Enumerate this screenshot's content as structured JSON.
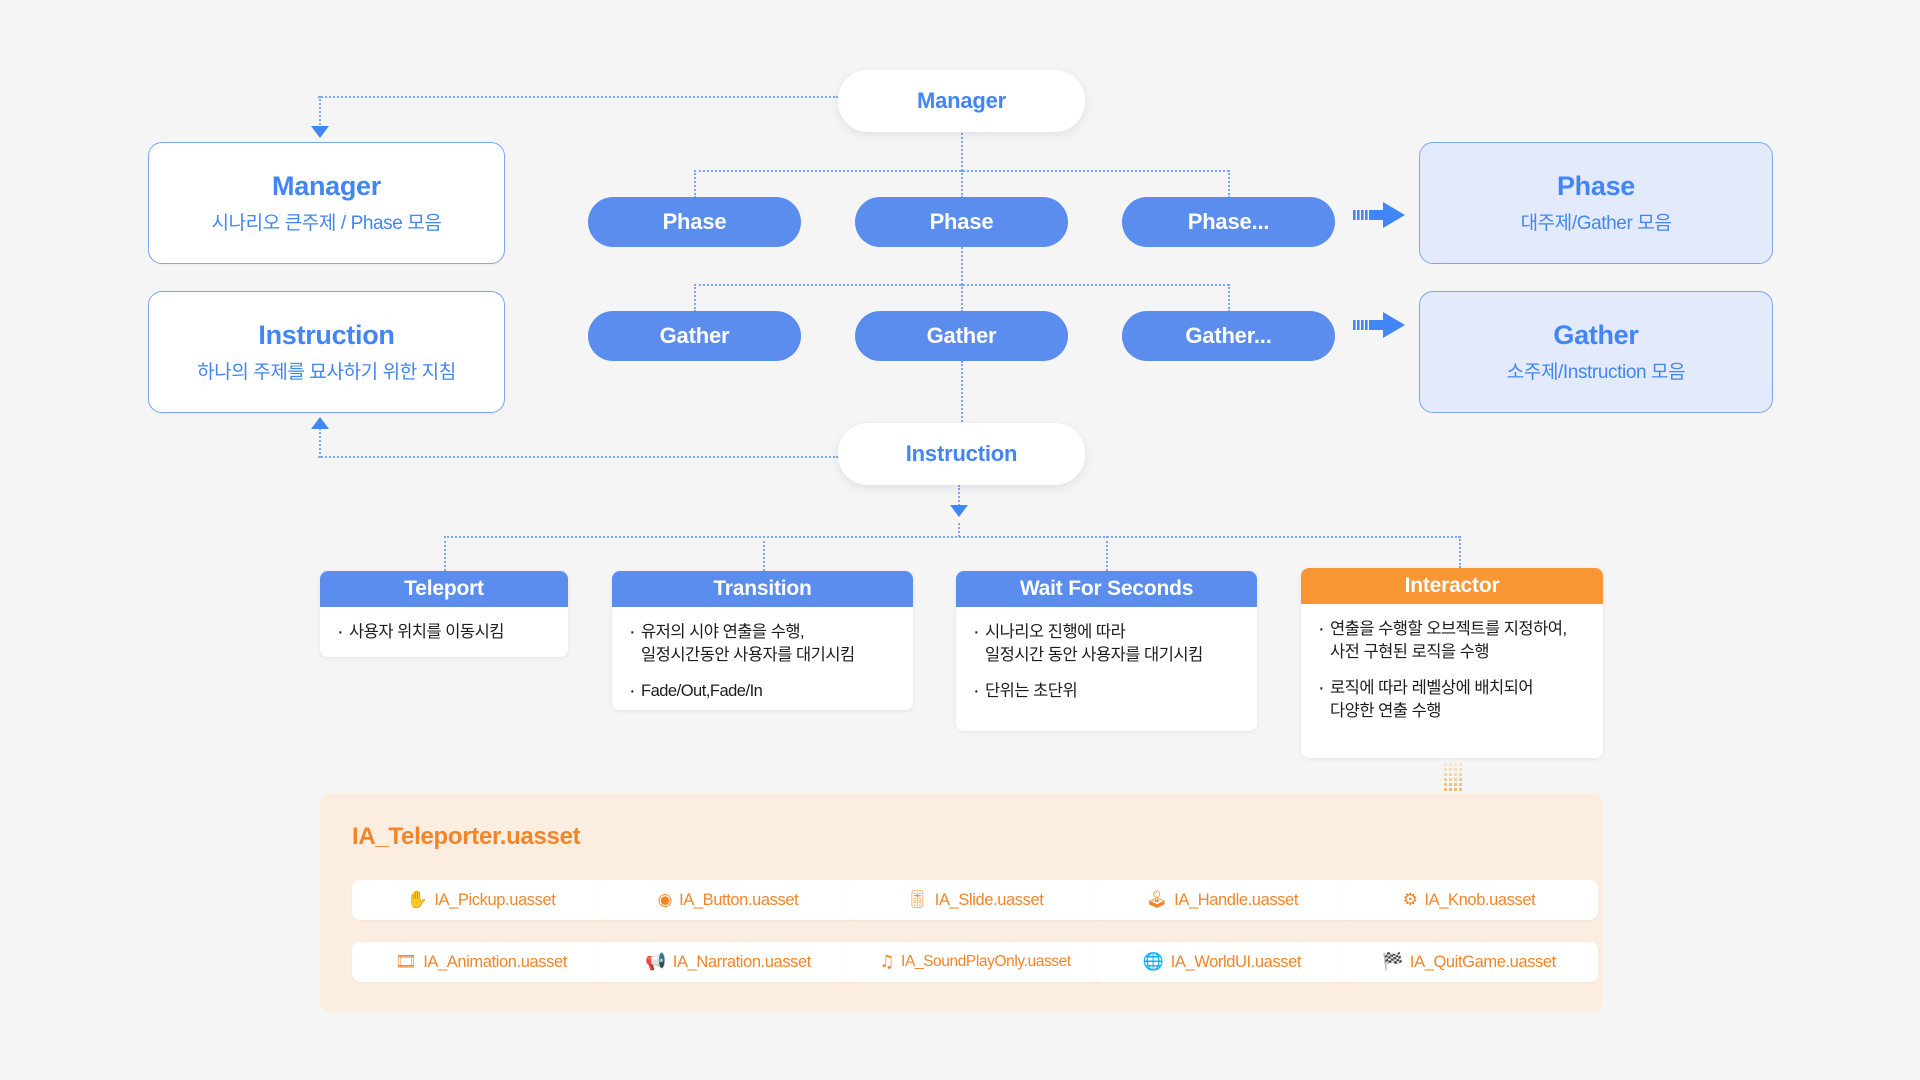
{
  "page": {
    "background": "#f5f5f5",
    "accent_blue": "#4285f4",
    "pill_blue": "#5b8def",
    "accent_orange": "#f2852a",
    "header_orange": "#f79633",
    "panel_bg": "#fbeee0",
    "filled_box_bg": "#e3eafc"
  },
  "legend_boxes": [
    {
      "title": "Manager",
      "subtitle": "시나리오 큰주제 / Phase 모음"
    },
    {
      "title": "Instruction",
      "subtitle": "하나의 주제를 묘사하기 위한 지침"
    }
  ],
  "definition_boxes": [
    {
      "title": "Phase",
      "subtitle": "대주제/Gather 모음"
    },
    {
      "title": "Gather",
      "subtitle": "소주제/Instruction 모음"
    }
  ],
  "nodes": {
    "manager": "Manager",
    "instruction": "Instruction"
  },
  "phase_row": [
    "Phase",
    "Phase",
    "Phase..."
  ],
  "gather_row": [
    "Gather",
    "Gather",
    "Gather..."
  ],
  "action_cards": [
    {
      "title": "Teleport",
      "header_color": "blue",
      "bullets": [
        "사용자 위치를 이동시킴"
      ]
    },
    {
      "title": "Transition",
      "header_color": "blue",
      "bullets": [
        "유저의 시야 연출을 수행,\n일정시간동안 사용자를 대기시킴",
        "Fade/Out,Fade/In"
      ]
    },
    {
      "title": "Wait For Seconds",
      "header_color": "blue",
      "bullets": [
        "시나리오 진행에 따라\n일정시간 동안 사용자를 대기시킴",
        "단위는 초단위"
      ]
    },
    {
      "title": "Interactor",
      "header_color": "orange",
      "bullets": [
        "연출을 수행할 오브젝트를  지정하여,\n사전 구현된 로직을 수행",
        "로직에 따라 레벨상에 배치되어\n다양한 연출 수행"
      ]
    }
  ],
  "asset_panel": {
    "title": "IA_Teleporter.uasset",
    "chips": [
      {
        "label": "IA_Pickup.uasset",
        "icon": "hand-icon",
        "glyph": "✋"
      },
      {
        "label": "IA_Button.uasset",
        "icon": "button-icon",
        "glyph": "◉"
      },
      {
        "label": "IA_Slide.uasset",
        "icon": "slider-icon",
        "glyph": "🎚"
      },
      {
        "label": "IA_Handle.uasset",
        "icon": "joystick-icon",
        "glyph": "🕹"
      },
      {
        "label": "IA_Knob.uasset",
        "icon": "gear-icon",
        "glyph": "⚙"
      },
      {
        "label": "IA_Animation.uasset",
        "icon": "film-icon",
        "glyph": "🎞"
      },
      {
        "label": "IA_Narration.uasset",
        "icon": "megaphone-icon",
        "glyph": "📢"
      },
      {
        "label": "IA_SoundPlayOnly.uasset",
        "icon": "music-note-icon",
        "glyph": "♫"
      },
      {
        "label": "IA_WorldUI.uasset",
        "icon": "globe-icon",
        "glyph": "🌐"
      },
      {
        "label": "IA_QuitGame.uasset",
        "icon": "checkered-flag-icon",
        "glyph": "🏁"
      }
    ]
  }
}
